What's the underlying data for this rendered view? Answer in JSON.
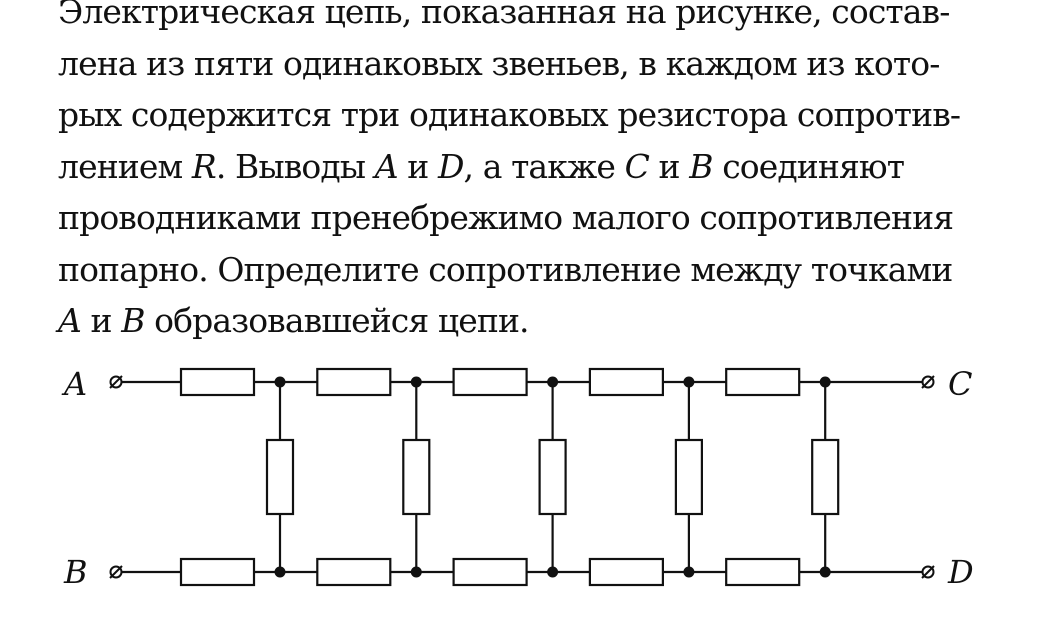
{
  "problem": {
    "segments": [
      "Электрическая цепь, показанная на рисунке, состав-",
      "лена из пяти одинаковых звеньев, в каждом из кото-",
      "рых содержится три одинаковых резистора сопротив-",
      "лением ",
      "R",
      ". Выводы ",
      "A",
      " и ",
      "D",
      ", а также ",
      "C",
      " и ",
      "B",
      " соединяют",
      "проводниками пренебрежимо малого сопротивления",
      "попарно. Определите сопротивление между точками",
      "A",
      " и ",
      "B",
      " образовавшейся цепи."
    ]
  },
  "diagram": {
    "terminal_labels": {
      "A": "A",
      "B": "B",
      "C": "C",
      "D": "D"
    },
    "links": 5,
    "resistors_per_link": 3,
    "colors": {
      "line": "#111111",
      "background": "#ffffff"
    }
  }
}
